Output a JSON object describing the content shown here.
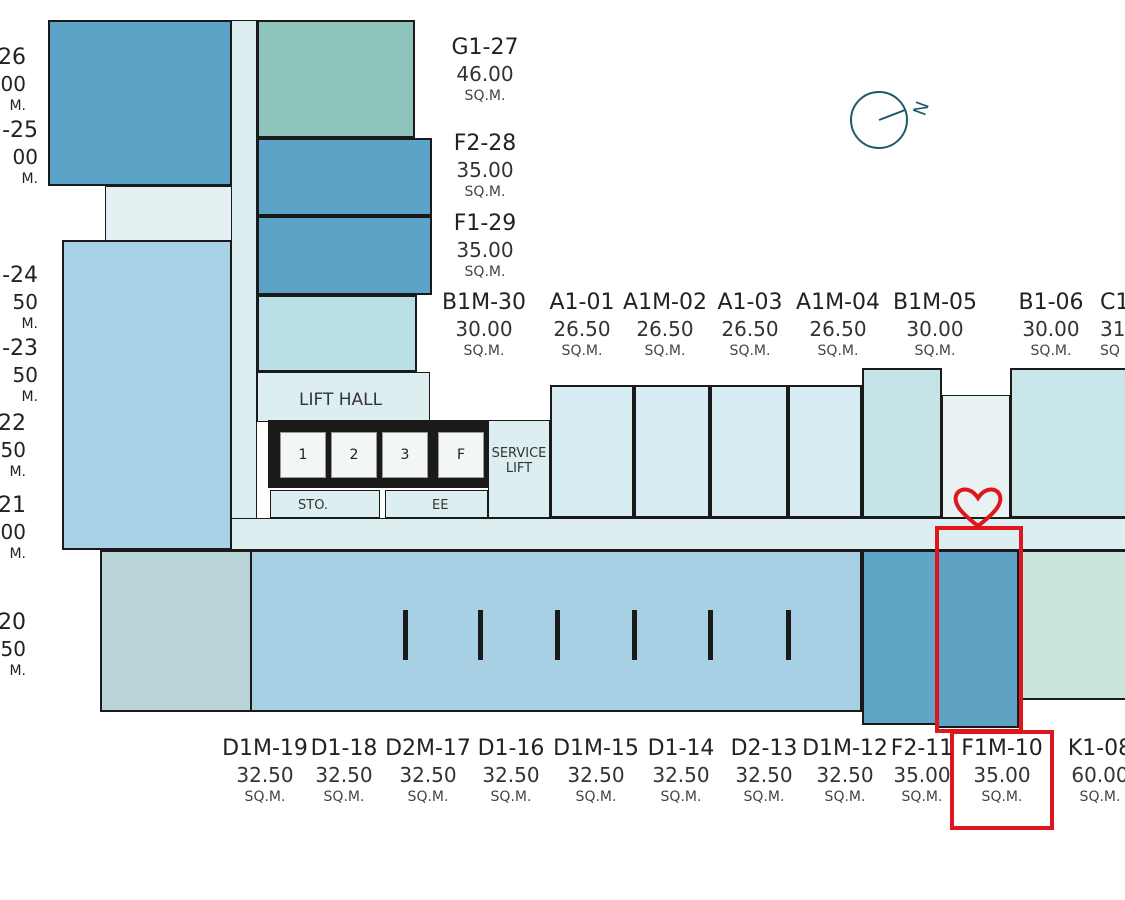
{
  "colors": {
    "dark_unit": "#5ba3c7",
    "mid_unit": "#a9d2e6",
    "light_unit": "#d8edf3",
    "teal_unit": "#8fc4bc",
    "corridor": "#dceef0",
    "highlight": "#e0161d"
  },
  "left_units": [
    {
      "code": "26",
      "area": "00",
      "unit": "M."
    },
    {
      "code": "-25",
      "area": "00",
      "unit": "M."
    },
    {
      "code": "-24",
      "area": "50",
      "unit": "M."
    },
    {
      "code": "-23",
      "area": "50",
      "unit": "M."
    },
    {
      "code": "22",
      "area": "50",
      "unit": "M."
    },
    {
      "code": "21",
      "area": "00",
      "unit": "M."
    },
    {
      "code": "20",
      "area": "50",
      "unit": "M."
    }
  ],
  "right_wing_units": [
    {
      "code": "G1-27",
      "area": "46.00",
      "unit": "SQ.M."
    },
    {
      "code": "F2-28",
      "area": "35.00",
      "unit": "SQ.M."
    },
    {
      "code": "F1-29",
      "area": "35.00",
      "unit": "SQ.M."
    }
  ],
  "top_units": [
    {
      "code": "B1M-30",
      "area": "30.00",
      "unit": "SQ.M."
    },
    {
      "code": "A1-01",
      "area": "26.50",
      "unit": "SQ.M."
    },
    {
      "code": "A1M-02",
      "area": "26.50",
      "unit": "SQ.M."
    },
    {
      "code": "A1-03",
      "area": "26.50",
      "unit": "SQ.M."
    },
    {
      "code": "A1M-04",
      "area": "26.50",
      "unit": "SQ.M."
    },
    {
      "code": "B1M-05",
      "area": "30.00",
      "unit": "SQ.M."
    },
    {
      "code": "B1-06",
      "area": "30.00",
      "unit": "SQ.M."
    },
    {
      "code": "C1",
      "area": "31",
      "unit": "SQ"
    }
  ],
  "bottom_units": [
    {
      "code": "D1M-19",
      "area": "32.50",
      "unit": "SQ.M."
    },
    {
      "code": "D1-18",
      "area": "32.50",
      "unit": "SQ.M."
    },
    {
      "code": "D2M-17",
      "area": "32.50",
      "unit": "SQ.M."
    },
    {
      "code": "D1-16",
      "area": "32.50",
      "unit": "SQ.M."
    },
    {
      "code": "D1M-15",
      "area": "32.50",
      "unit": "SQ.M."
    },
    {
      "code": "D1-14",
      "area": "32.50",
      "unit": "SQ.M."
    },
    {
      "code": "D2-13",
      "area": "32.50",
      "unit": "SQ.M."
    },
    {
      "code": "D1M-12",
      "area": "32.50",
      "unit": "SQ.M."
    },
    {
      "code": "F2-11",
      "area": "35.00",
      "unit": "SQ.M."
    },
    {
      "code": "F1M-10",
      "area": "35.00",
      "unit": "SQ.M."
    },
    {
      "code": "K1-08",
      "area": "60.00",
      "unit": "SQ.M."
    }
  ],
  "core": {
    "lift_hall": "LIFT HALL",
    "lifts": [
      "1",
      "2",
      "3",
      "F"
    ],
    "service_lift": "SERVICE LIFT",
    "storage": "STO.",
    "ee": "EE"
  },
  "compass": {
    "label": "N"
  }
}
